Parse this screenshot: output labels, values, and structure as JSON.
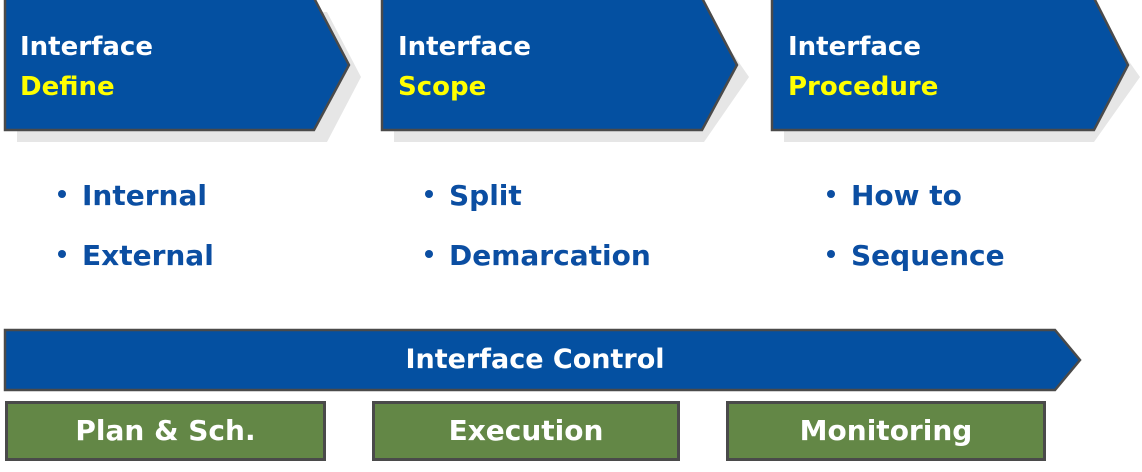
{
  "colors": {
    "chevron_fill": "#0450a1",
    "outline": "#4a4a4a",
    "shadow": "#e6e6e6",
    "highlight_text": "#ffff00",
    "bullet_text": "#0b4ea2",
    "green_box": "#638746"
  },
  "stages": [
    {
      "line1": "Interface",
      "line2": "Define",
      "bullets": [
        "Internal",
        "External"
      ]
    },
    {
      "line1": "Interface",
      "line2": "Scope",
      "bullets": [
        "Split",
        "Demarcation"
      ]
    },
    {
      "line1": "Interface",
      "line2": "Procedure",
      "bullets": [
        "How to",
        "Sequence"
      ]
    }
  ],
  "control": {
    "label": "Interface Control",
    "activities": [
      "Plan & Sch.",
      "Execution",
      "Monitoring"
    ]
  }
}
